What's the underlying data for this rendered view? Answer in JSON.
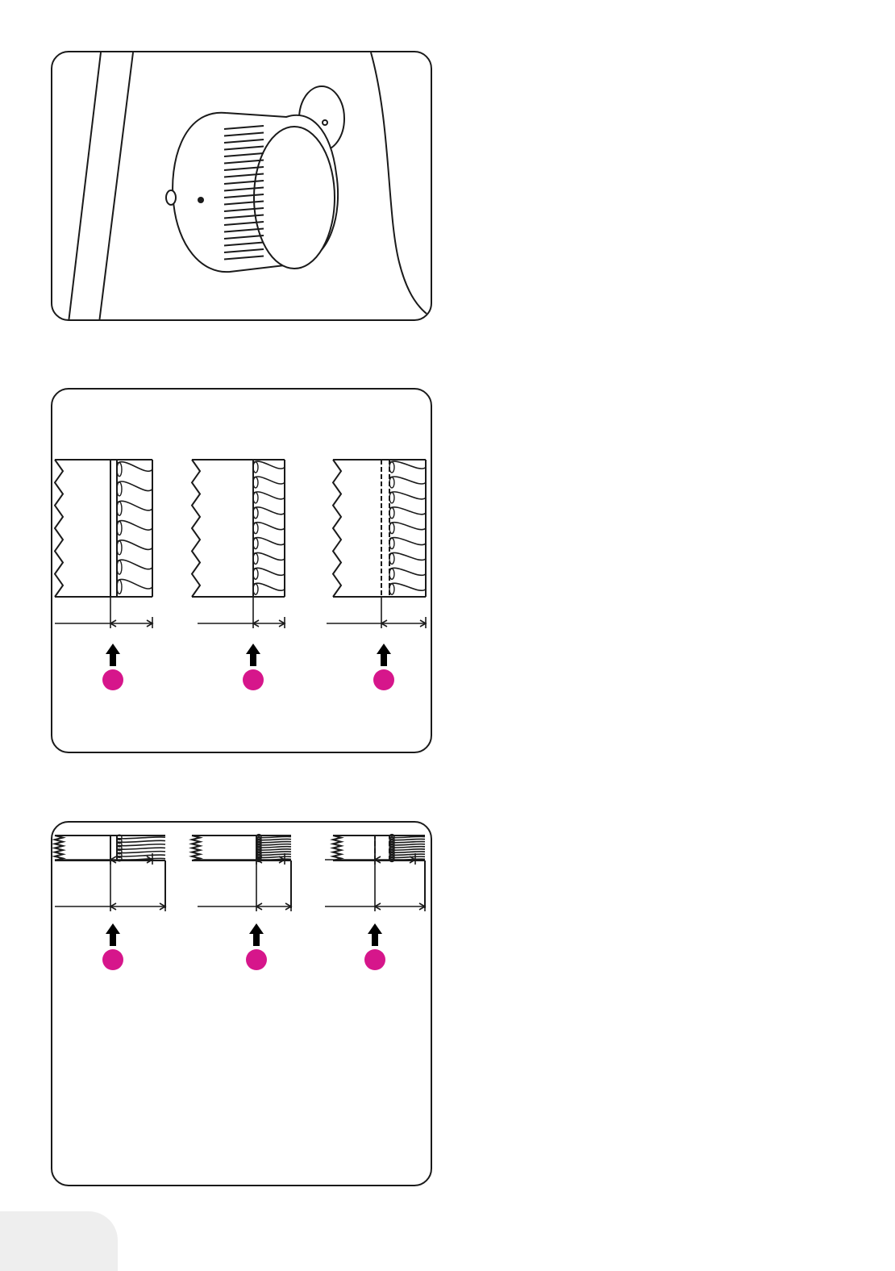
{
  "colors": {
    "marker": "#d6168b",
    "line": "#1a1a1a",
    "page_tab": "#eeeeee"
  },
  "figures": [
    {
      "name": "stitch-dial-knob",
      "type": "illustration"
    },
    {
      "name": "three-thread-overlock-examples",
      "variants": 3
    },
    {
      "name": "four-thread-overlock-examples",
      "variants": 3
    }
  ]
}
